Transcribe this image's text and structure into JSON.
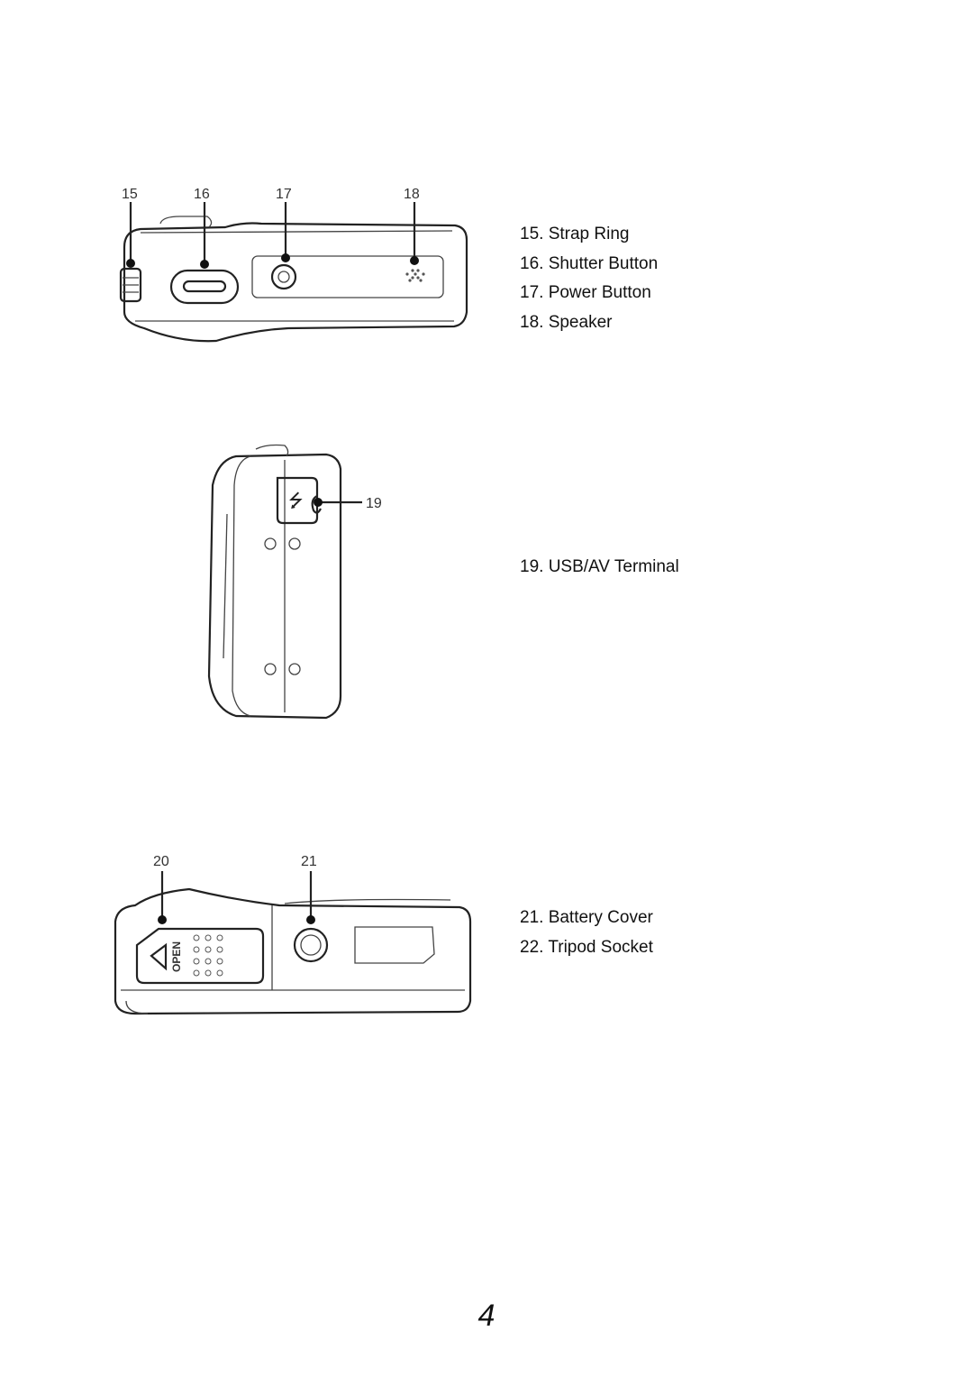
{
  "top_view": {
    "callouts": [
      "15",
      "16",
      "17",
      "18"
    ],
    "legend": [
      "15. Strap Ring",
      "16. Shutter Button",
      "17. Power Button",
      "18. Speaker"
    ]
  },
  "side_view": {
    "callouts": [
      "19"
    ],
    "legend": [
      "19. USB/AV Terminal"
    ]
  },
  "bottom_view": {
    "callouts": [
      "20",
      "21"
    ],
    "cover_text": "OPEN",
    "legend": [
      "21. Battery Cover",
      "22. Tripod Socket"
    ]
  },
  "page_number": "4"
}
